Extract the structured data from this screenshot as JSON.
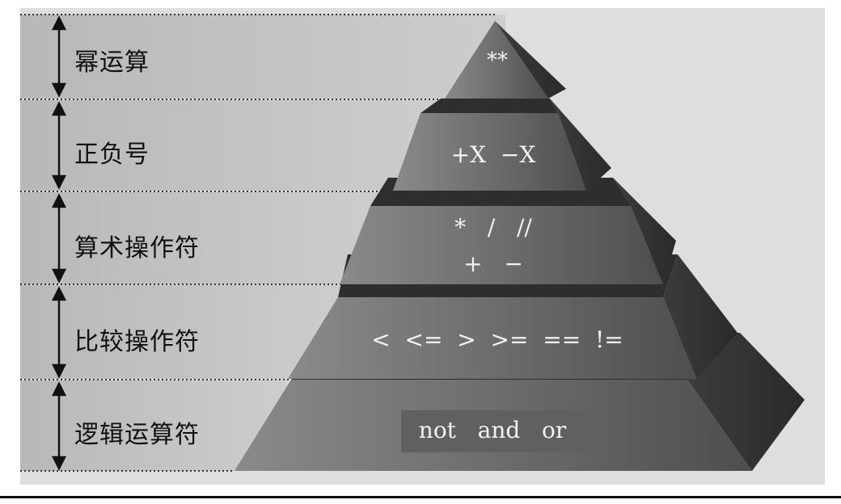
{
  "levels": [
    {
      "label": "幂运算",
      "ops": "**"
    },
    {
      "label": "正负号",
      "ops": "+X  −X"
    },
    {
      "label": "算术操作符",
      "ops_line1": "*   /   //",
      "ops_line2": "+   −"
    },
    {
      "label": "比较操作符",
      "ops": "<  <=  >  >=  ==  !="
    },
    {
      "label": "逻辑运算符",
      "ops": "not   and   or"
    }
  ],
  "colors": {
    "background_panel": "#dcdcdc",
    "band": "#c4c4c4",
    "pyramid_face": "#6e6e6e",
    "pyramid_side": "#3a3a3a",
    "text_on_pyramid": "#f2f2f2"
  }
}
